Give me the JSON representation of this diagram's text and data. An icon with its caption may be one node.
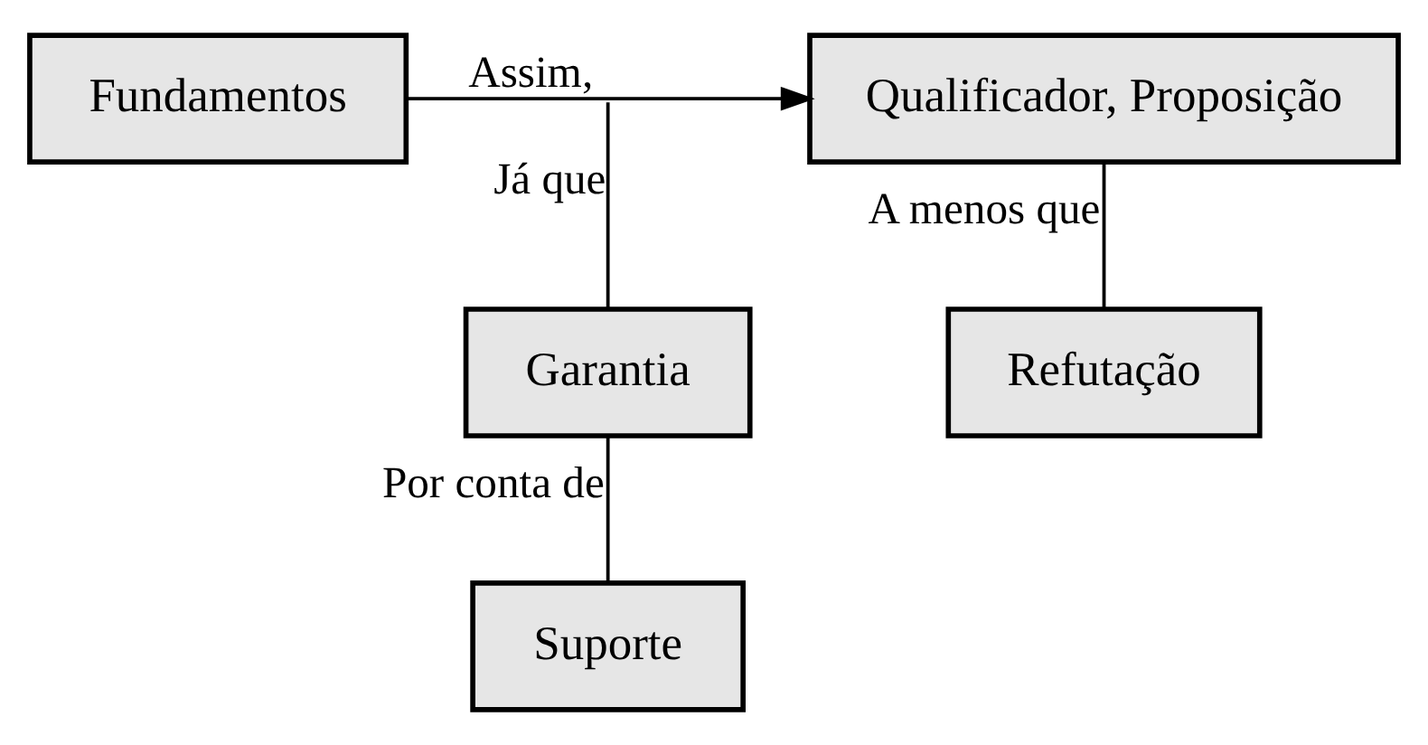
{
  "diagram": {
    "nodes": [
      {
        "text": [
          "Fundamentos"
        ]
      },
      {
        "text": [
          "Qualificador, Proposição"
        ]
      },
      {
        "text": [
          "Garantia"
        ]
      },
      {
        "text": [
          "Refutação"
        ]
      },
      {
        "text": [
          "Suporte"
        ]
      }
    ],
    "edges": [
      {
        "from": 0,
        "to": 1,
        "arrow": "to",
        "label": "Assim,"
      },
      {
        "from": 2,
        "to": null,
        "arrow": "none",
        "label": "Já que"
      },
      {
        "from": 1,
        "to": 3,
        "arrow": "none",
        "label": "A menos que"
      },
      {
        "from": 2,
        "to": 4,
        "arrow": "none",
        "label": "Por conta de"
      }
    ]
  }
}
